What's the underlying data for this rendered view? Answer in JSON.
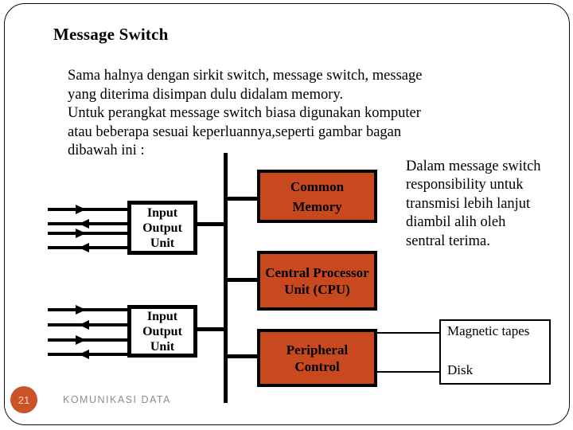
{
  "slide": {
    "title": "Message Switch",
    "body_lines": [
      "Sama halnya dengan sirkit switch, message switch, message",
      "yang diterima disimpan dulu didalam memory.",
      "Untuk perangkat message switch biasa digunakan komputer",
      "atau beberapa sesuai keperluannya,seperti gambar bagan",
      "dibawah ini :"
    ],
    "side_note_lines": [
      "Dalam message switch",
      "responsibility untuk",
      "transmisi lebih lanjut",
      "diambil alih oleh",
      "sentral terima."
    ],
    "footer": {
      "page_number": "21",
      "course": "KOMUNIKASI DATA"
    }
  },
  "diagram": {
    "io_unit_1": [
      "Input",
      "Output",
      "Unit"
    ],
    "io_unit_2": [
      "Input",
      "Output",
      "Unit"
    ],
    "common_memory": [
      "Common",
      "Memory"
    ],
    "cpu": [
      "Central Processor",
      "Unit (CPU)"
    ],
    "peripheral_control": [
      "Peripheral",
      "Control"
    ],
    "peripherals": [
      "Magnetic tapes",
      "Disk"
    ]
  },
  "colors": {
    "box_fill": "#C8491E",
    "badge_fill": "#CC5227",
    "footer_text": "#8C8C8C",
    "line": "#000000"
  }
}
